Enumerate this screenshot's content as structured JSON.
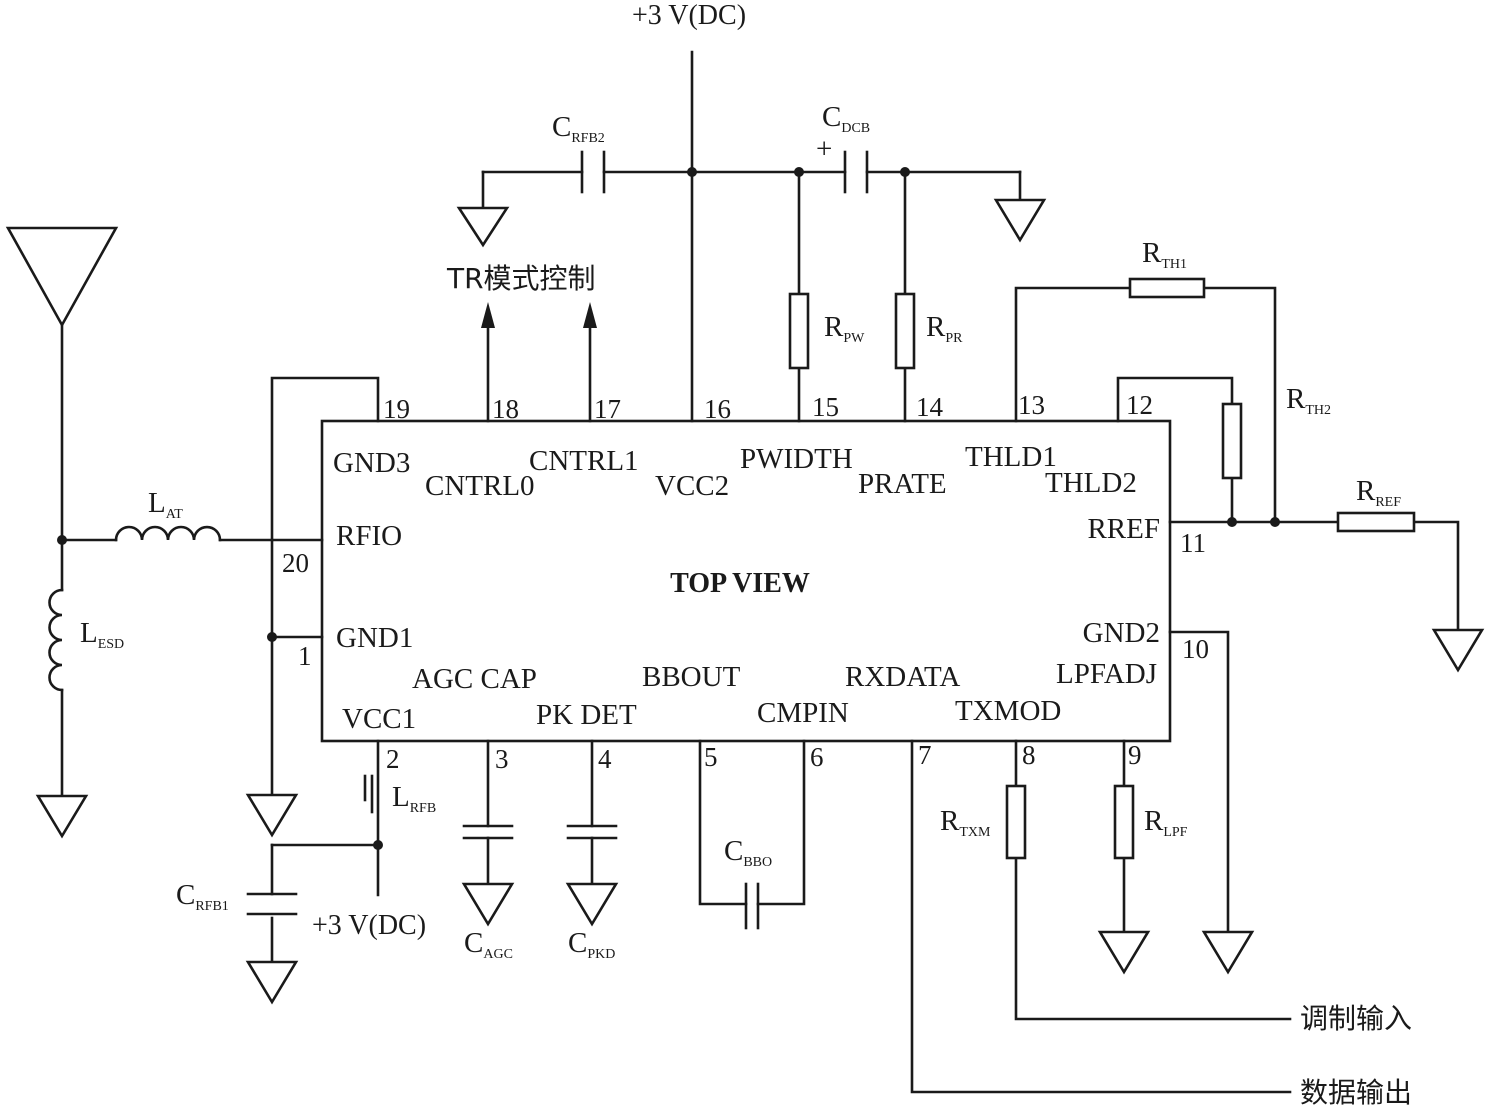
{
  "chip": {
    "title": "TOP VIEW",
    "signals": {
      "gnd3": "GND3",
      "cntrl0": "CNTRL0",
      "cntrl1": "CNTRL1",
      "vcc2": "VCC2",
      "pwidth": "PWIDTH",
      "prate": "PRATE",
      "thld1": "THLD1",
      "thld2": "THLD2",
      "rfio": "RFIO",
      "rref": "RREF",
      "gnd1": "GND1",
      "gnd2": "GND2",
      "agccap": "AGC CAP",
      "bbout": "BBOUT",
      "rxdata": "RXDATA",
      "lpfadj": "LPFADJ",
      "vcc1": "VCC1",
      "pkdet": "PK DET",
      "cmpin": "CMPIN",
      "txmod": "TXMOD"
    },
    "pins": {
      "p1": "1",
      "p2": "2",
      "p3": "3",
      "p4": "4",
      "p5": "5",
      "p6": "6",
      "p7": "7",
      "p8": "8",
      "p9": "9",
      "p10": "10",
      "p11": "11",
      "p12": "12",
      "p13": "13",
      "p14": "14",
      "p15": "15",
      "p16": "16",
      "p17": "17",
      "p18": "18",
      "p19": "19",
      "p20": "20"
    }
  },
  "supply": {
    "top": "+3 V(DC)",
    "bottom": "+3 V(DC)"
  },
  "labels": {
    "tr_mode": "TR模式控制",
    "mod_in": "调制输入",
    "data_out": "数据输出"
  },
  "components": {
    "crfb2": {
      "main": "C",
      "sub": "RFB2"
    },
    "cdcb": {
      "main": "C",
      "sub": "DCB",
      "polarity": "+"
    },
    "rth1": {
      "main": "R",
      "sub": "TH1"
    },
    "rth2": {
      "main": "R",
      "sub": "TH2"
    },
    "rpw": {
      "main": "R",
      "sub": "PW"
    },
    "rpr": {
      "main": "R",
      "sub": "PR"
    },
    "rref": {
      "main": "R",
      "sub": "REF"
    },
    "lat": {
      "main": "L",
      "sub": "AT"
    },
    "lesd": {
      "main": "L",
      "sub": "ESD"
    },
    "lrfb": {
      "main": "L",
      "sub": "RFB"
    },
    "crfb1": {
      "main": "C",
      "sub": "RFB1"
    },
    "cagc": {
      "main": "C",
      "sub": "AGC"
    },
    "cpkd": {
      "main": "C",
      "sub": "PKD"
    },
    "cbbo": {
      "main": "C",
      "sub": "BBO"
    },
    "rtxm": {
      "main": "R",
      "sub": "TXM"
    },
    "rlpf": {
      "main": "R",
      "sub": "LPF"
    }
  }
}
